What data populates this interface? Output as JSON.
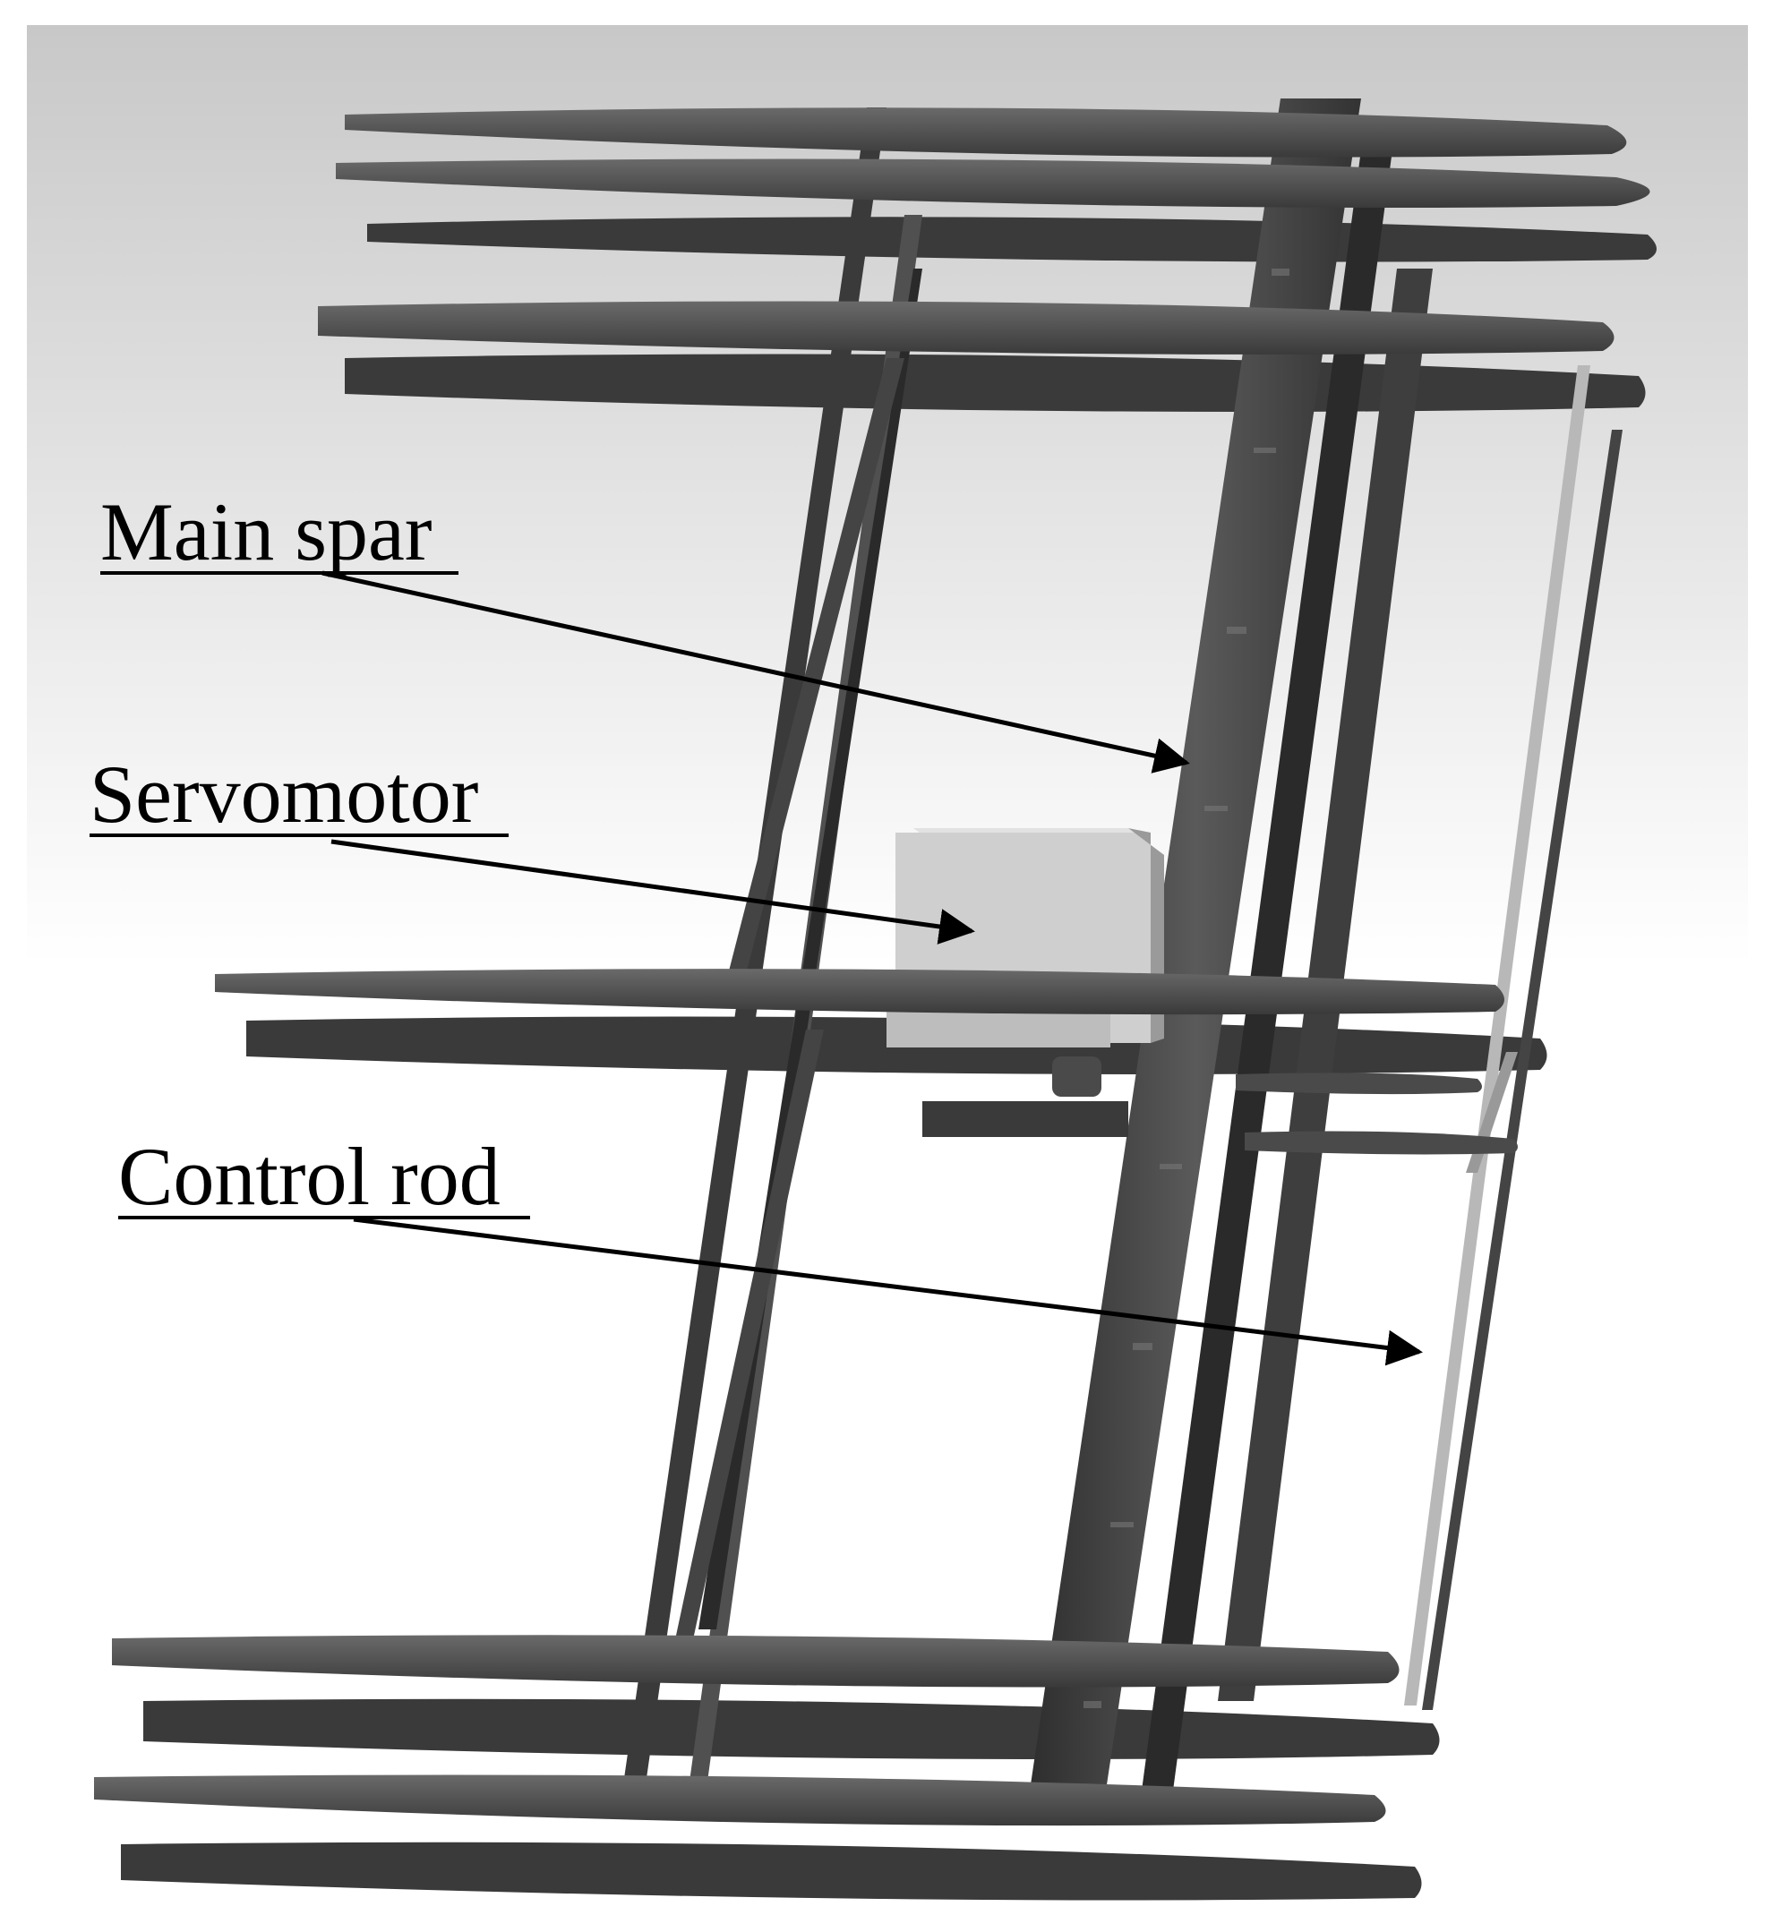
{
  "diagram": {
    "labels": {
      "main_spar": "Main spar",
      "servomotor": "Servomotor",
      "control_rod": "Control rod"
    },
    "colors": {
      "background_top": "#c8c8c8",
      "background_bottom": "#ffffff",
      "rib": "#4a4a4a",
      "rib_edge": "#6e6e6e",
      "shadow": "#3a3a3a",
      "spar": "#3c3c3c",
      "servo_box": "#cfcfcf",
      "rod": "#b8b8b8",
      "leader_line": "#000000"
    }
  }
}
